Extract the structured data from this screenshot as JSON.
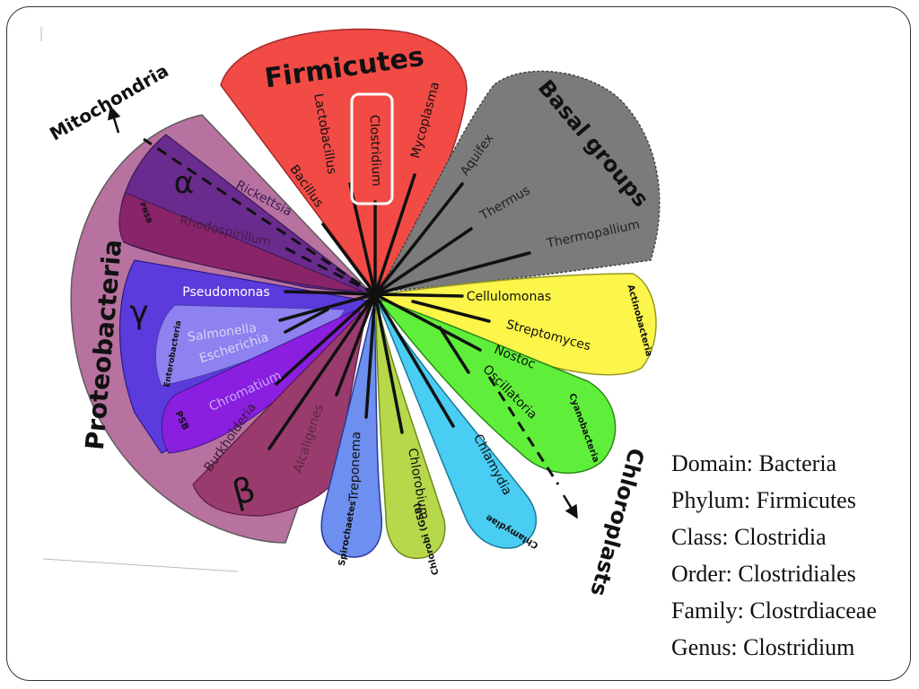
{
  "groups": {
    "mitochondria": "Mitochondria",
    "firmicutes": "Firmicutes",
    "basal": "Basal groups",
    "proteobacteria": "Proteobacteria",
    "chloroplasts": "Chloroplasts",
    "alpha": "α",
    "gamma": "γ",
    "beta": "β",
    "actinobacteria": "Actinobacteria",
    "cyanobacteria": "Cyanobacteria",
    "spirochaetes": "Spirochaetes",
    "chlorobi": "Chlorobi (GSB)",
    "chlamydiae": "Chlamydiae",
    "psb": "PSB",
    "enterobacteria": "Enterobacteria",
    "pnsb": "PNSB"
  },
  "organisms": {
    "lactobacillus": "Lactobacillus",
    "clostridium": "Clostridium",
    "mycoplasma": "Mycoplasma",
    "bacillus": "Bacillus",
    "aquifex": "Aquifex",
    "thermus": "Thermus",
    "thermopallium": "Thermopallium",
    "rickettsia": "Rickettsia",
    "rhodospirillum": "Rhodospirillum",
    "pseudomonas": "Pseudomonas",
    "salmonella": "Salmonella",
    "escherichia": "Escherichia",
    "chromatium": "Chromatium",
    "burkholderia": "Burkholderia",
    "alcaligenes": "Alcaligenes",
    "treponema": "Treponema",
    "chlorobium": "Chlorobium",
    "chlamydia": "Chlamydia",
    "cellulomonas": "Cellulomonas",
    "streptomyces": "Streptomyces",
    "nostoc": "Nostoc",
    "oscillatoria": "Oscillatoria"
  },
  "classification": [
    "Domain: Bacteria",
    "Phylum: Firmicutes",
    "Class: Clostridia",
    "Order: Clostridiales",
    "Family: Clostrdiaceae",
    "Genus: Clostridium"
  ],
  "colors": {
    "firmicutes": "#f24b46",
    "basal": "#7b7b7b",
    "proteobacteria": "#b46b9a",
    "alpha": "#6a2b8e",
    "gamma": "#5b3bdc",
    "beta": "#9a3b6e",
    "actinobacteria": "#fcf54a",
    "cyanobacteria": "#5fef3a",
    "chlamydiae": "#49cdf2",
    "chlorobi": "#b6d84a",
    "spirochaetes": "#6d8ff0"
  }
}
